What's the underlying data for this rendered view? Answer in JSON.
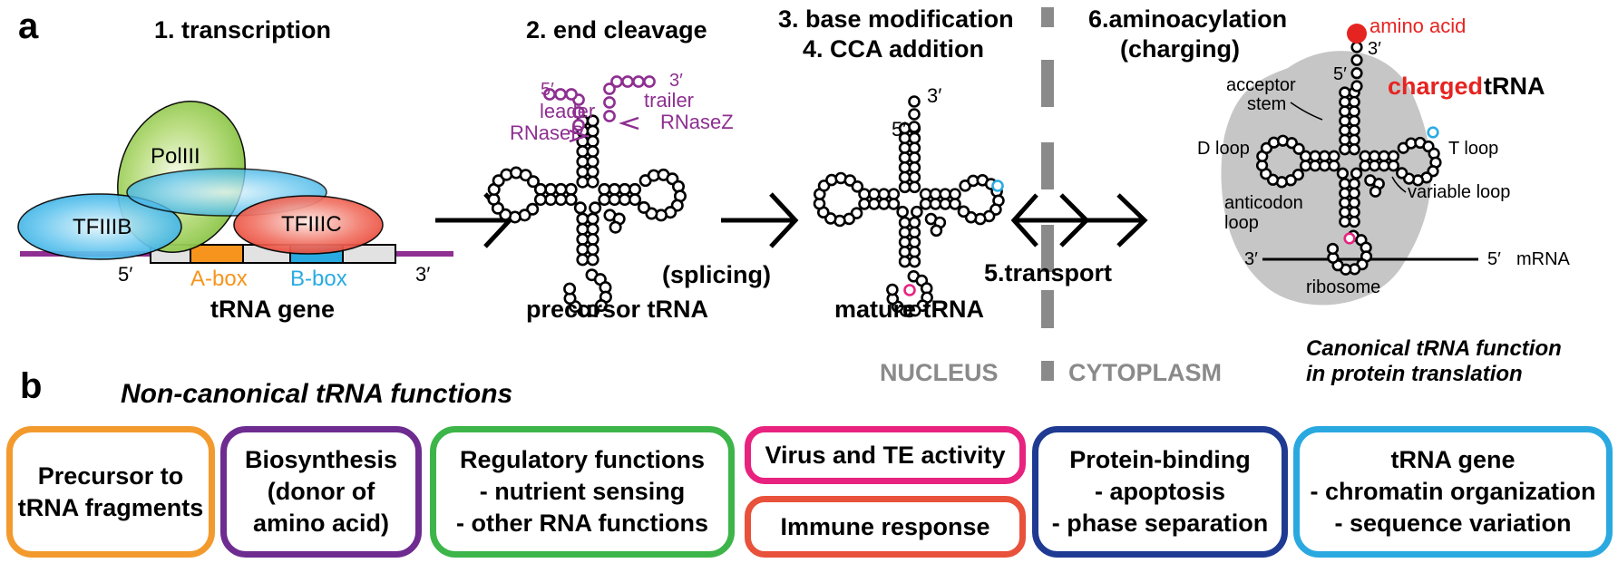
{
  "panel_a": {
    "panel_label": "a",
    "steps": {
      "transcription": "1. transcription",
      "end_cleavage": "2. end cleavage",
      "base_modification": "3. base modification",
      "cca_addition": "4. CCA addition",
      "aminoacylation": "6.aminoacylation",
      "charging": "(charging)",
      "transport": "5.transport"
    },
    "gene": {
      "polIII": "PolIII",
      "tfiiib": "TFIIIB",
      "tfiiic": "TFIIIC",
      "a_box": "A-box",
      "b_box": "B-box",
      "five_prime": "5′",
      "three_prime": "3′",
      "caption": "tRNA gene"
    },
    "precursor": {
      "five_prime": "5′",
      "three_prime": "3′",
      "leader": "leader",
      "trailer": "trailer",
      "rnasep": "RNaseP",
      "rnasez": "RNaseZ",
      "splicing": "(splicing)",
      "caption": "precursor tRNA"
    },
    "mature": {
      "five_prime": "5′",
      "three_prime": "3′",
      "caption": "mature tRNA"
    },
    "charged": {
      "amino_acid": "amino acid",
      "three_prime": "3′",
      "five_prime": "5′",
      "title_word1": "charged",
      "title_word2": " tRNA",
      "acceptor": "acceptor",
      "stem": "stem",
      "d_loop": "D loop",
      "t_loop": "T loop",
      "variable_loop": "variable loop",
      "anticodon": "anticodon",
      "loop": "loop",
      "mrna_3": "3′",
      "mrna_5": "5′",
      "mrna": "mRNA",
      "ribosome": "ribosome",
      "caption_line1": "Canonical tRNA function",
      "caption_line2": "in protein translation"
    },
    "nucleus": "NUCLEUS",
    "cytoplasm": "CYTOPLASM"
  },
  "panel_b": {
    "panel_label": "b",
    "title": "Non-canonical tRNA functions",
    "boxes": [
      {
        "lines": [
          "Precursor to",
          "tRNA fragments"
        ],
        "color": "#f39a2e"
      },
      {
        "lines": [
          "Biosynthesis",
          "(donor of",
          "amino acid)"
        ],
        "color": "#6e2c90"
      },
      {
        "lines": [
          "Regulatory functions",
          "- nutrient sensing",
          "- other RNA functions"
        ],
        "color": "#3db549"
      },
      {
        "lines": [
          "Virus and TE activity"
        ],
        "color": "#e8237f"
      },
      {
        "lines": [
          "Immune response"
        ],
        "color": "#e8513a"
      },
      {
        "lines": [
          "Protein-binding",
          "- apoptosis",
          "- phase separation"
        ],
        "color": "#1f3a93"
      },
      {
        "lines": [
          "tRNA gene",
          "- chromatin organization",
          "- sequence variation"
        ],
        "color": "#2aa9e0"
      }
    ]
  },
  "colors": {
    "purple": "#8e2f91",
    "orange": "#f7941d",
    "cyan": "#29abe2",
    "magenta": "#e8237f",
    "red": "#e52421",
    "polIII_green": "#9ccf4f",
    "tf_blue": "#3fb6ea",
    "tfiiic_red": "#ef4a3b",
    "gray_divider": "#8a8a8a",
    "ribosome_gray": "#c6c6c6"
  }
}
